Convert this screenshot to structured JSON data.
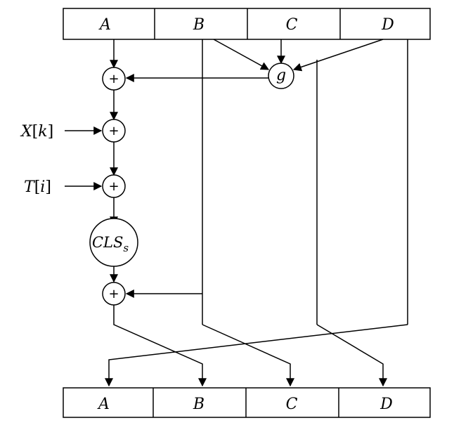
{
  "top_register": {
    "cells": [
      "A",
      "B",
      "C",
      "D"
    ]
  },
  "bottom_register": {
    "cells": [
      "A",
      "B",
      "C",
      "D"
    ]
  },
  "nodes": {
    "g": "g",
    "cls_base": "CLS",
    "cls_sub": "s",
    "adder": "+"
  },
  "inputs": {
    "x": {
      "base": "X",
      "open": "[",
      "index": "k",
      "close": "]"
    },
    "t": {
      "base": "T",
      "open": "[",
      "index": "i",
      "close": "]"
    }
  }
}
